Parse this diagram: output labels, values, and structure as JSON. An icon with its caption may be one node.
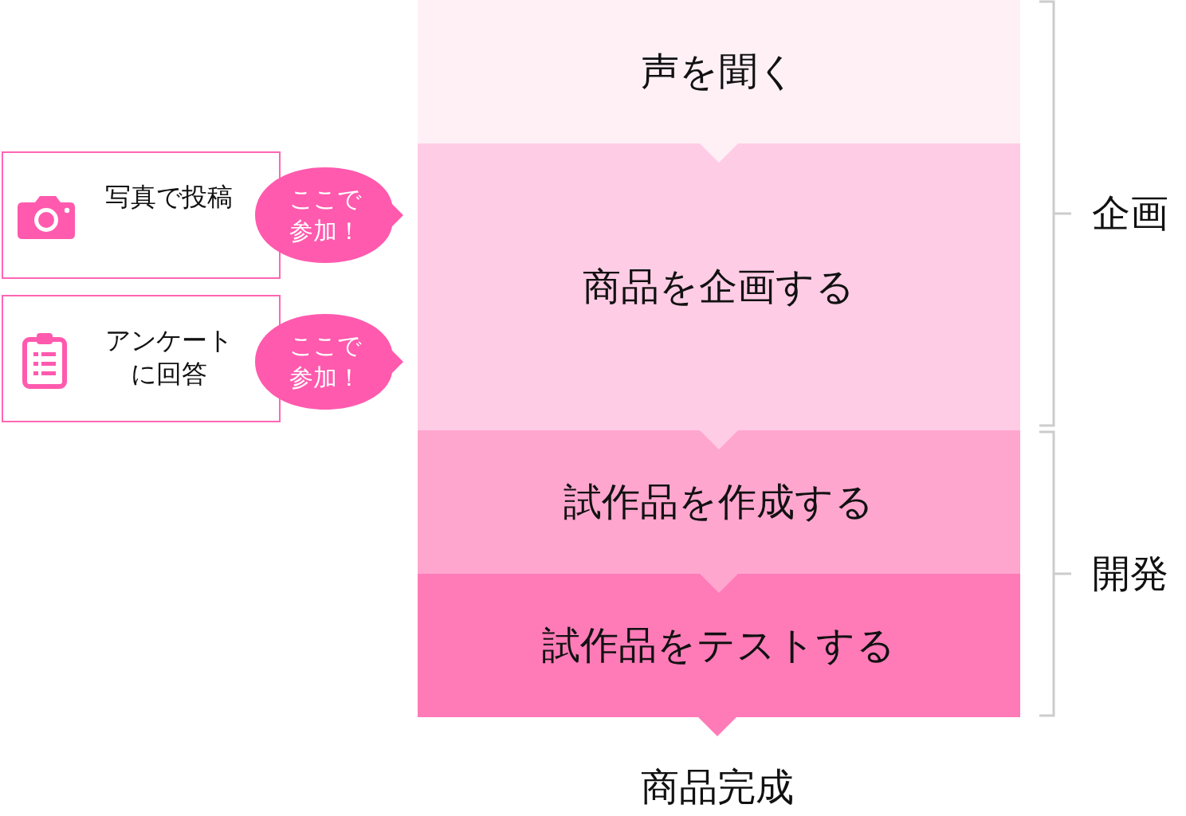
{
  "diagram": {
    "nodes": [
      {
        "text": [
          "声を聞く"
        ]
      },
      {
        "text": [
          "商品を企画する"
        ]
      },
      {
        "text": [
          "試作品を作成する"
        ]
      },
      {
        "text": [
          "試作品をテストする"
        ]
      },
      {
        "text": [
          "商品完成"
        ]
      },
      {
        "text": [
          "写真で投稿"
        ]
      },
      {
        "text": [
          "ここで参加！"
        ]
      },
      {
        "text": [
          "アンケートに回答"
        ]
      },
      {
        "text": [
          "ここで参加！"
        ]
      }
    ],
    "edges": [
      {
        "from": 0,
        "to": 1,
        "arrow": "to"
      },
      {
        "from": 1,
        "to": 2,
        "arrow": "to"
      },
      {
        "from": 2,
        "to": 3,
        "arrow": "to"
      },
      {
        "from": 3,
        "to": 4,
        "arrow": "to"
      }
    ],
    "labels": [
      "企画",
      "開発"
    ]
  }
}
